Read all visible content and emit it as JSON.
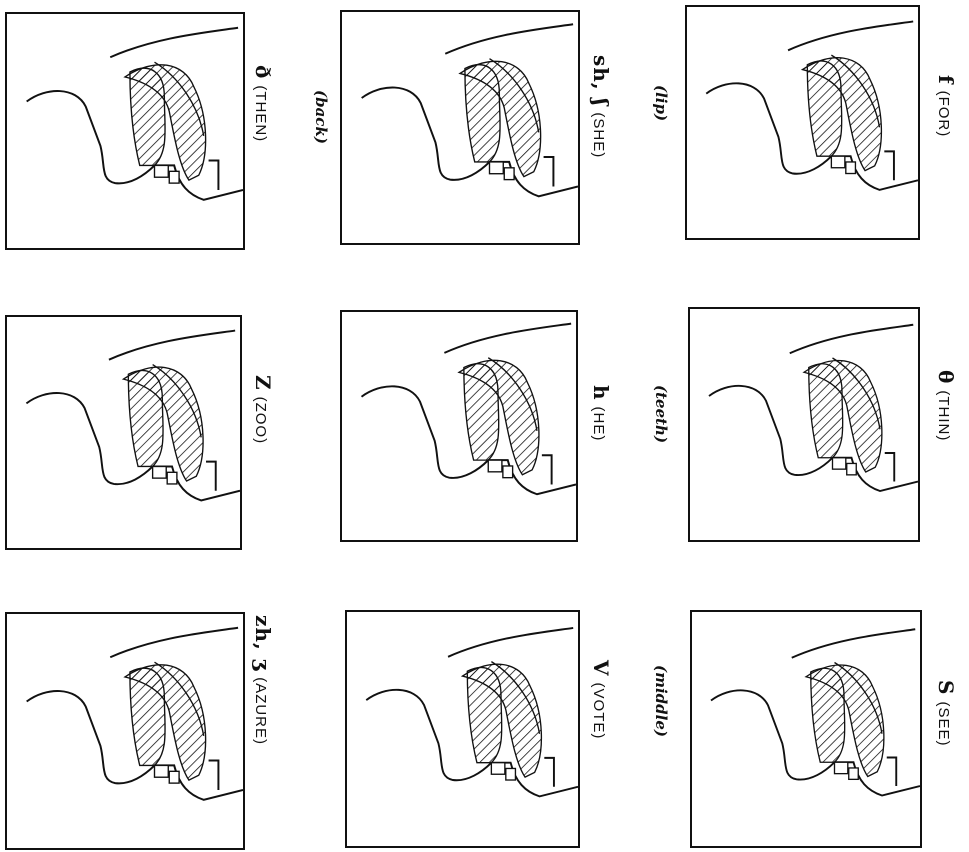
{
  "panels": [
    {
      "symbol": "f",
      "word": "(FOR)"
    },
    {
      "symbol": "θ",
      "word": "(THIN)"
    },
    {
      "symbol": "S",
      "word": "(SEE)"
    },
    {
      "symbol": "sh, ʃ",
      "word": "(SHE)"
    },
    {
      "symbol": "h",
      "word": "(HE)"
    },
    {
      "symbol": "V",
      "word": "(VOTE)"
    },
    {
      "symbol": "ð",
      "word": "(THEN)"
    },
    {
      "symbol": "Z",
      "word": "(ZOO)"
    },
    {
      "symbol": "zh, ʒ",
      "word": "(AZURE)"
    }
  ],
  "notes": {
    "lip": "(lip)",
    "teeth": "(teeth)",
    "middle": "(middle)",
    "back": "(back)"
  }
}
